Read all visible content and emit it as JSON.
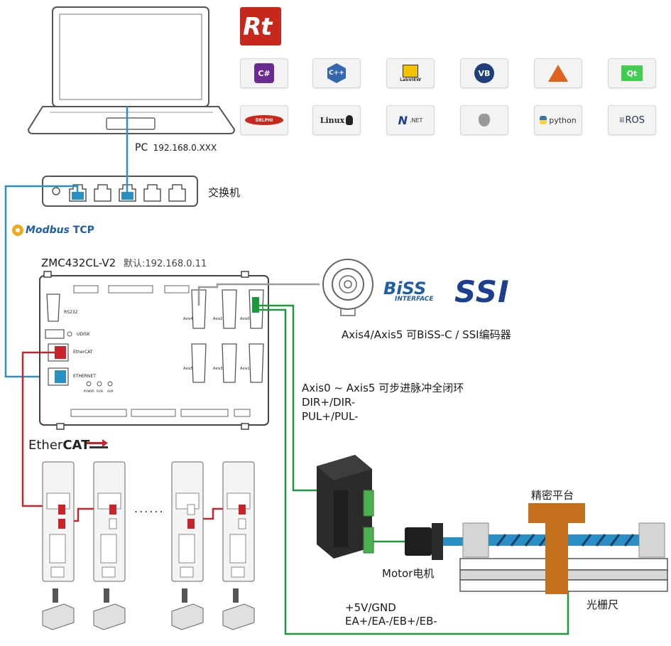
{
  "pc": {
    "label": "PC",
    "ip": "192.168.0.XXX"
  },
  "switch": {
    "label": "交换机"
  },
  "protocol": {
    "modbus_word": "Modbus",
    "tcp_word": "TCP"
  },
  "controller": {
    "model": "ZMC432CL-V2",
    "default_ip": "默认:192.168.0.11",
    "ports": {
      "rs232": "RS232",
      "udisk": "UDISK",
      "ethercat": "EtherCAT",
      "ethernet": "ETHERNET",
      "axis4": "Axis4",
      "axis2": "Axis2",
      "axis0": "Axis0",
      "axis5": "Axis5",
      "axis3": "Axis3",
      "axis1": "Axis1",
      "power": "POWER",
      "run": "RUN",
      "alm": "ALM"
    }
  },
  "encoder": {
    "note": "Axis4/Axis5 可BiSS-C / SSI编码器",
    "biss_text": "BiSS",
    "biss_sub": "INTERFACE",
    "ssi_text": "SSI"
  },
  "pulse": {
    "line1": "Axis0 ~ Axis5 可步进脉冲全闭环",
    "line2": "DIR+/DIR-",
    "line3": "PUL+/PUL-"
  },
  "ethercat_logo": {
    "prefix": "Ether",
    "suffix": "CAT"
  },
  "drive_ellipsis": "......",
  "motor": {
    "label": "Motor电机"
  },
  "stage": {
    "label": "精密平台"
  },
  "grating": {
    "label": "光栅尺"
  },
  "feedback": {
    "line1": "+5V/GND",
    "line2": "EA+/EA-/EB+/EB-"
  },
  "rt_logo": "Rt",
  "platforms": [
    {
      "icon": "csharp-icon",
      "text": "C#"
    },
    {
      "icon": "cplusplus-icon",
      "text": "C++"
    },
    {
      "icon": "labview-icon",
      "text": "LabVIEW"
    },
    {
      "icon": "vb-icon",
      "text": "VB"
    },
    {
      "icon": "matlab-icon",
      "text": ""
    },
    {
      "icon": "qt-icon",
      "text": "Qt"
    },
    {
      "icon": "delphi-icon",
      "text": "DELPHI"
    },
    {
      "icon": "linux-icon",
      "text": "Linux"
    },
    {
      "icon": "dotnet-icon",
      "text": ".NET"
    },
    {
      "icon": "apple-icon",
      "text": ""
    },
    {
      "icon": "python-icon",
      "text": "python"
    },
    {
      "icon": "ros-icon",
      "text": "ROS"
    }
  ],
  "colors": {
    "ethernet_blue": "#2a8fc4",
    "ethercat_red": "#c9242b",
    "signal_green": "#1a9a3c",
    "stage_orange": "#c5701f"
  }
}
